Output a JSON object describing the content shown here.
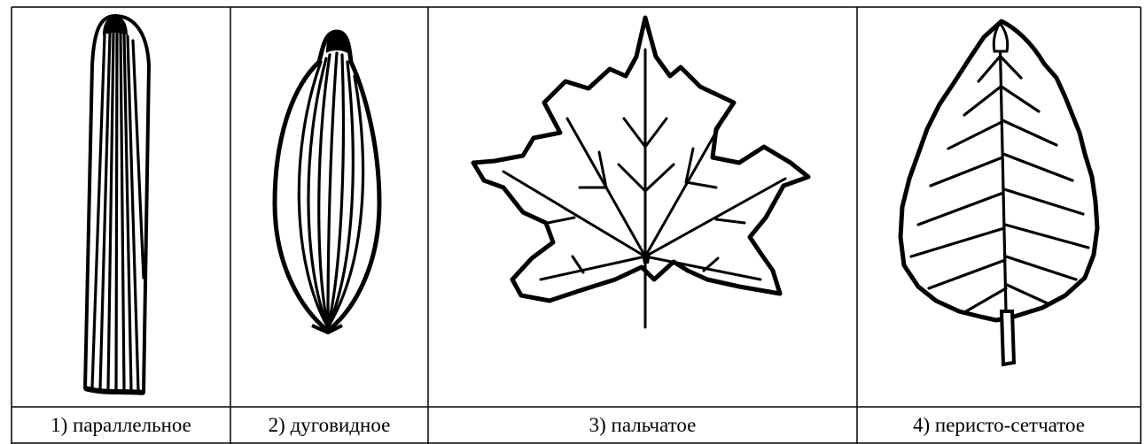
{
  "table": {
    "columns": [
      {
        "caption": "1) параллельное",
        "icon": "parallel-venation-leaf"
      },
      {
        "caption": "2) дуговидное",
        "icon": "arcuate-venation-leaf"
      },
      {
        "caption": "3) пальчатое",
        "icon": "palmate-venation-leaf"
      },
      {
        "caption": "4) перисто-сетчатое",
        "icon": "pinnate-reticulate-venation-leaf"
      }
    ]
  }
}
